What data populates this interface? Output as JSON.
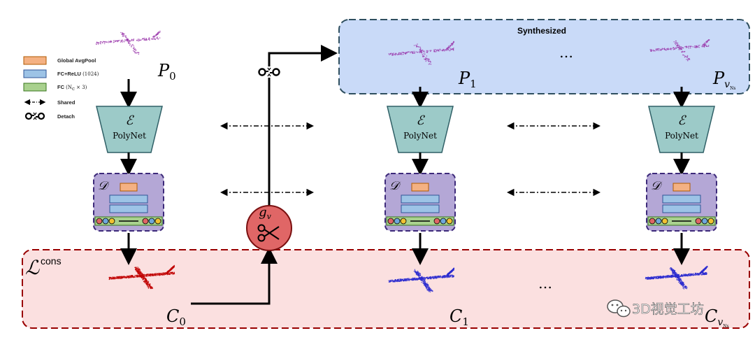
{
  "legend": {
    "pool": "Global AvgPool",
    "fc_relu": "FC+ReLU",
    "fc_relu_dim": "(1024)",
    "fc": "FC",
    "fc_dim": "(N",
    "fc_dim_sub": "c",
    "fc_dim_tail": " × 3)",
    "shared": "Shared",
    "detach": "Detach"
  },
  "synth_label": "Synthesized",
  "cons_label": "cons",
  "cons_symbol": "ℒ",
  "encoder": {
    "symbol": "ℰ",
    "name": "PolyNet"
  },
  "decoder": {
    "symbol": "𝒟"
  },
  "gate": {
    "symbol": "g",
    "sub": "v"
  },
  "inputs": {
    "p0": {
      "base": "P",
      "sub": "0"
    },
    "p1": {
      "base": "P",
      "sub": "1"
    },
    "pv": {
      "base": "P",
      "sub": "v",
      "subsub": "Ns"
    }
  },
  "outputs": {
    "c0": {
      "base": "C",
      "sub": "0"
    },
    "c1": {
      "base": "C",
      "sub": "1"
    },
    "cv": {
      "base": "C",
      "sub": "v",
      "subsub": "Ns"
    }
  },
  "ellipsis": "…",
  "watermark": "3D视觉工坊",
  "colors": {
    "pool": "#f4b183",
    "fc_relu": "#9dc3e6",
    "fc": "#a9d18e",
    "encoder": "#9ccac8",
    "decoder": "#b4a7d6",
    "synth_bg": "#c9daf8",
    "cons_bg": "#fbe0e0",
    "gate": "#e06666",
    "red_cloud": "#c00000",
    "blue_cloud": "#2b2bd0",
    "purple_cloud": "#9933aa"
  }
}
